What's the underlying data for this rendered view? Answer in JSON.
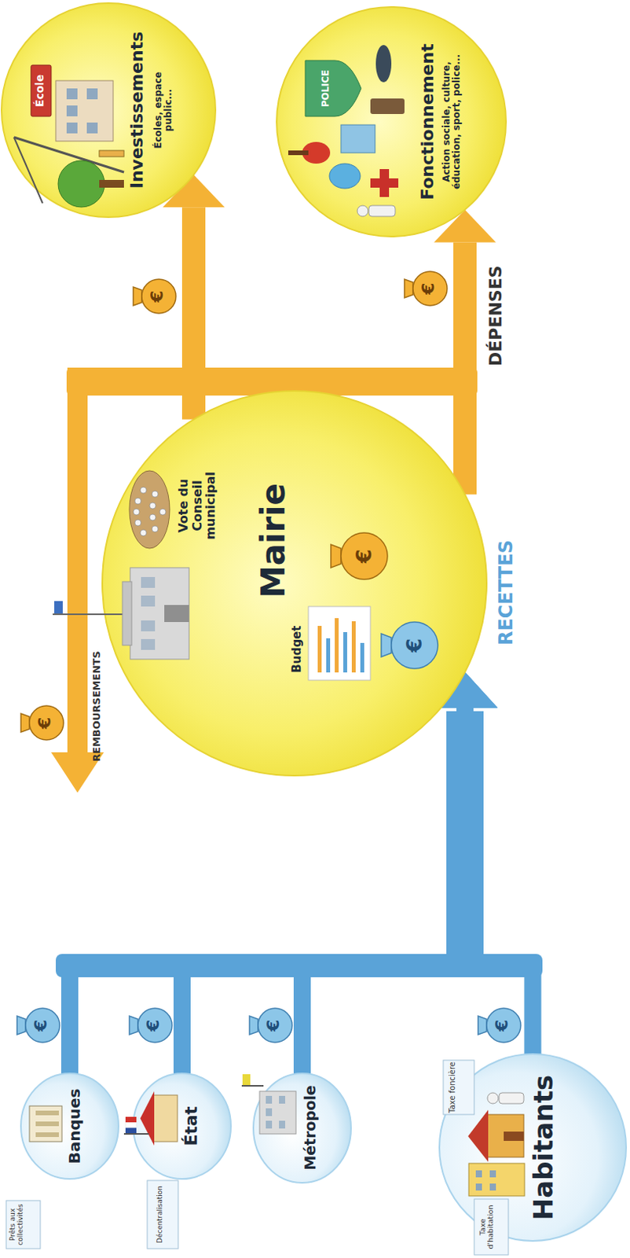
{
  "diagram": {
    "nodes": [
      {
        "text": [
          "Banques"
        ]
      },
      {
        "text": [
          "État"
        ]
      },
      {
        "text": [
          "Métropole"
        ]
      },
      {
        "text": [
          "Habitants"
        ]
      },
      {
        "text": [
          "Mairie",
          "Budget",
          "Vote du Conseil municipal"
        ]
      },
      {
        "text": [
          "Investissements",
          "Écoles, espace public..."
        ]
      },
      {
        "text": [
          "Fonctionnement",
          "Action sociale, culture, éducation, sport, police..."
        ]
      }
    ],
    "edges": [
      {
        "from": 0,
        "to": 4,
        "arrow": "to"
      },
      {
        "from": 1,
        "to": 4,
        "arrow": "to"
      },
      {
        "from": 2,
        "to": 4,
        "arrow": "to"
      },
      {
        "from": 3,
        "to": 4,
        "label": "RECETTES",
        "arrow": "to"
      },
      {
        "from": 4,
        "to": 5,
        "arrow": "to"
      },
      {
        "from": 4,
        "to": 6,
        "label": "DÉPENSES",
        "arrow": "to"
      }
    ],
    "labels": [
      "REMBOURSEMENTS",
      "Prêts aux collectivités",
      "Décentralisation",
      "Taxe foncière",
      "Taxe d'habitation",
      "École",
      "POLICE",
      "€",
      "€",
      "€",
      "€",
      "€",
      "€",
      "€",
      "€",
      "€"
    ]
  }
}
